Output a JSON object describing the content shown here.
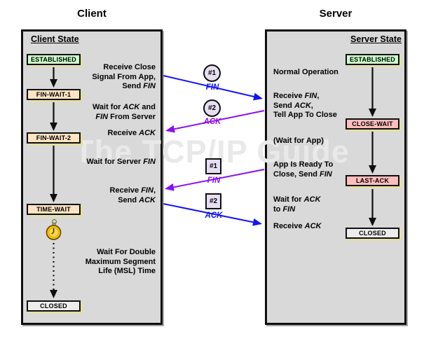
{
  "titles": {
    "client": "Client",
    "server": "Server"
  },
  "watermark": "The TCP/IP Guide",
  "client_panel": {
    "header": "Client State",
    "states": [
      "ESTABLISHED",
      "FIN-WAIT-1",
      "FIN-WAIT-2",
      "TIME-WAIT",
      "CLOSED"
    ],
    "notes": [
      [
        [
          [
            "Receive Close",
            0
          ]
        ],
        [
          [
            "Signal From App,",
            0
          ]
        ],
        [
          [
            "Send ",
            0
          ],
          [
            "FIN",
            1
          ]
        ]
      ],
      [
        [
          [
            "Wait for ",
            0
          ],
          [
            "ACK",
            1
          ],
          [
            " and",
            0
          ]
        ],
        [
          [
            "FIN",
            1
          ],
          [
            " From Server",
            0
          ]
        ]
      ],
      [
        [
          [
            "Receive ",
            0
          ],
          [
            "ACK",
            1
          ]
        ]
      ],
      [
        [
          [
            "Wait for Server ",
            0
          ],
          [
            "FIN",
            1
          ]
        ]
      ],
      [
        [
          [
            "Receive ",
            0
          ],
          [
            "FIN",
            1
          ],
          [
            ",",
            0
          ]
        ],
        [
          [
            "Send ",
            0
          ],
          [
            "ACK",
            1
          ]
        ]
      ],
      [
        [
          [
            "Wait For Double",
            0
          ]
        ],
        [
          [
            "Maximum Segment",
            0
          ]
        ],
        [
          [
            "Life (MSL) Time",
            0
          ]
        ]
      ]
    ]
  },
  "server_panel": {
    "header": "Server State",
    "states": [
      "ESTABLISHED",
      "CLOSE-WAIT",
      "LAST-ACK",
      "CLOSED"
    ],
    "notes": [
      [
        [
          [
            "Normal Operation",
            0
          ]
        ]
      ],
      [
        [
          [
            "Receive ",
            0
          ],
          [
            "FIN",
            1
          ],
          [
            ",",
            0
          ]
        ],
        [
          [
            "Send ",
            0
          ],
          [
            "ACK",
            1
          ],
          [
            ",",
            0
          ]
        ],
        [
          [
            "Tell App To Close",
            0
          ]
        ]
      ],
      [
        [
          [
            "(Wait for App)",
            0
          ]
        ]
      ],
      [
        [
          [
            "App Is Ready To",
            0
          ]
        ],
        [
          [
            "Close, Send ",
            0
          ],
          [
            "FIN",
            1
          ]
        ]
      ],
      [
        [
          [
            "Wait for ",
            0
          ],
          [
            "ACK",
            1
          ]
        ],
        [
          [
            "to ",
            0
          ],
          [
            "FIN",
            1
          ]
        ]
      ],
      [
        [
          [
            "Receive ",
            0
          ],
          [
            "ACK",
            1
          ]
        ]
      ]
    ]
  },
  "messages": [
    {
      "num": "#1",
      "shape": "circle",
      "label": "FIN",
      "color": "blue"
    },
    {
      "num": "#2",
      "shape": "circle",
      "label": "ACK",
      "color": "purple"
    },
    {
      "num": "#1",
      "shape": "square",
      "label": "FIN",
      "color": "purple"
    },
    {
      "num": "#2",
      "shape": "square",
      "label": "ACK",
      "color": "blue"
    }
  ],
  "icons": {
    "timer": "stopwatch-icon"
  },
  "colors": {
    "blue_arrow": "#1414f5",
    "purple_arrow": "#8d11ee",
    "panel_bg": "#d9d9d9",
    "state_established": "#ccffcc",
    "state_wait": "#ffe3c2",
    "state_close": "#ffbdbd",
    "state_closed": "#ededed",
    "badge_fill": "#e6dff2",
    "box_shadow": "#e3dfa6"
  }
}
